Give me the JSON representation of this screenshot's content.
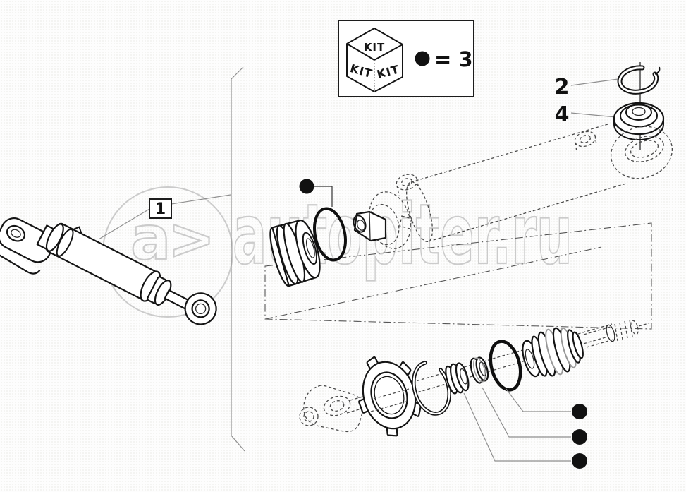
{
  "kit_legend": {
    "cube_face_top": "KIT",
    "cube_face_left": "KIT",
    "cube_face_right": "KIT",
    "equation": "= 3",
    "marker_count": 3
  },
  "callouts": {
    "item1_label": "1",
    "item2_label": "2",
    "item4_label": "4"
  },
  "watermark": {
    "logo_letter": "a",
    "logo_arrow": ">",
    "site_text": "autopiter.ru"
  },
  "colors": {
    "line": "#141414",
    "ghost_line": "#4a4a4a",
    "leader": "#8f8f8f",
    "watermark": "#cbcbcb",
    "marker": "#111111",
    "background": "#fdfdfd"
  }
}
